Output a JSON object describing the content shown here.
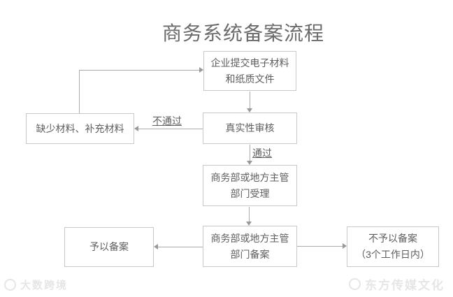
{
  "title": "商务系统备案流程",
  "flowchart": {
    "nodes": {
      "submit": {
        "line1": "企业提交电子材料",
        "line2": "和纸质文件"
      },
      "review": {
        "line1": "真实性审核"
      },
      "missing": {
        "line1": "缺少材料、补充材料"
      },
      "accept": {
        "line1": "商务部或地方主管",
        "line2": "部门受理"
      },
      "filing": {
        "line1": "商务部或地方主管",
        "line2": "部门备案"
      },
      "granted": {
        "line1": "予以备案"
      },
      "denied": {
        "line1": "不予以备案",
        "line2": "（3个工作日内）"
      }
    },
    "edge_labels": {
      "pass": "通过",
      "fail": "不通过"
    }
  },
  "watermarks": {
    "bottom_left": "大数跨境",
    "bottom_right": "东方传媒文化"
  },
  "colors": {
    "title": "#6b6b6b",
    "text": "#5e5e5e",
    "box_border": "#c9c9c9",
    "line": "#ababab",
    "arrowhead": "#999999",
    "watermark": "#e6e6e6"
  }
}
